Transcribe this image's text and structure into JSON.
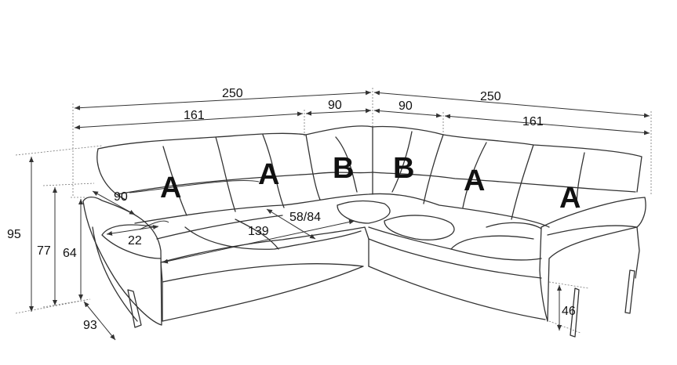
{
  "dimensions": {
    "total_left_width": "250",
    "total_right_width": "250",
    "left_module_width": "161",
    "left_corner_width": "90",
    "right_corner_width": "90",
    "right_module_width": "161",
    "total_height": "95",
    "back_height": "77",
    "armrest_height": "64",
    "depth": "93",
    "leg_height": "46",
    "armrest_length": "90",
    "armrest_width": "22",
    "seat_width": "139",
    "seat_depth": "58/84"
  },
  "modules": [
    "A",
    "A",
    "B",
    "B",
    "A",
    "A"
  ]
}
